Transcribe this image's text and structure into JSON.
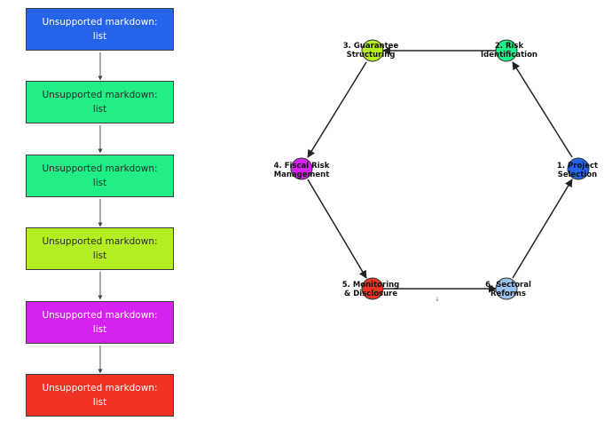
{
  "flowchart": {
    "boxes": [
      {
        "line1": "Unsupported markdown:",
        "line2": "list",
        "fill": "#2563eb",
        "text_color": "#ffffff"
      },
      {
        "line1": "Unsupported markdown:",
        "line2": "list",
        "fill": "#22ee88",
        "text_color": "#2a2a2a"
      },
      {
        "line1": "Unsupported markdown:",
        "line2": "list",
        "fill": "#22ee88",
        "text_color": "#2a2a2a"
      },
      {
        "line1": "Unsupported markdown:",
        "line2": "list",
        "fill": "#b4ee22",
        "text_color": "#2a2a2a"
      },
      {
        "line1": "Unsupported markdown:",
        "line2": "list",
        "fill": "#d622ee",
        "text_color": "#ffffff"
      },
      {
        "line1": "Unsupported markdown:",
        "line2": "list",
        "fill": "#ee3322",
        "text_color": "#ffffff"
      }
    ]
  },
  "cycle": {
    "nodes": [
      {
        "line1": "1. Project",
        "line2": "Selection",
        "fill": "#2563eb"
      },
      {
        "line1": "2. Risk",
        "line2": "Identification",
        "fill": "#22ee88"
      },
      {
        "line1": "3. Guarantee",
        "line2": "Structuring",
        "fill": "#b4ee22"
      },
      {
        "line1": "4. Fiscal Risk",
        "line2": "Management",
        "fill": "#d622ee"
      },
      {
        "line1": "5. Monitoring",
        "line2": "& Disclosure",
        "fill": "#ee3322"
      },
      {
        "line1": "6. Sectoral",
        "line2": "Reforms",
        "fill": "#99c4ee"
      }
    ],
    "stray_glyph": "↓"
  }
}
